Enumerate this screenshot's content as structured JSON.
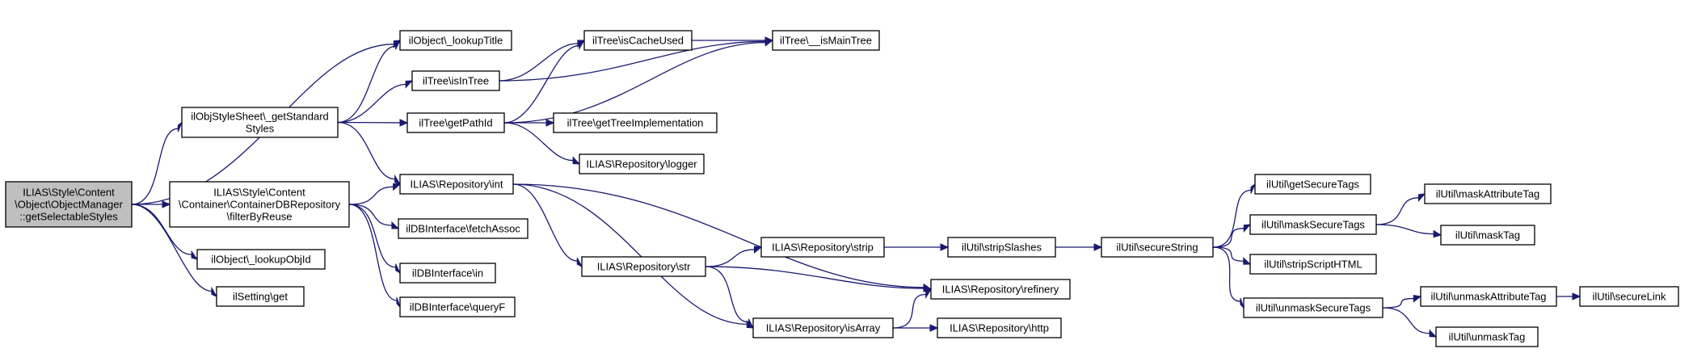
{
  "diagram": {
    "edge_color": "#191970",
    "root_fill": "#bfbfbf",
    "nodes": [
      {
        "id": "root",
        "lines": [
          "ILIAS\\Style\\Content",
          "\\Object\\ObjectManager",
          "::getSelectableStyles"
        ],
        "root": true
      },
      {
        "id": "getStandardStyles",
        "lines": [
          "ilObjStyleSheet\\_getStandard",
          "Styles"
        ]
      },
      {
        "id": "filterByReuse",
        "lines": [
          "ILIAS\\Style\\Content",
          "\\Container\\ContainerDBRepository",
          "\\filterByReuse"
        ]
      },
      {
        "id": "lookupObjId",
        "lines": [
          "ilObject\\_lookupObjId"
        ]
      },
      {
        "id": "settingGet",
        "lines": [
          "ilSetting\\get"
        ]
      },
      {
        "id": "lookupTitle",
        "lines": [
          "ilObject\\_lookupTitle"
        ]
      },
      {
        "id": "isInTree",
        "lines": [
          "ilTree\\isInTree"
        ]
      },
      {
        "id": "getPathId",
        "lines": [
          "ilTree\\getPathId"
        ]
      },
      {
        "id": "repoInt",
        "lines": [
          "ILIAS\\Repository\\int"
        ]
      },
      {
        "id": "fetchAssoc",
        "lines": [
          "ilDBInterface\\fetchAssoc"
        ]
      },
      {
        "id": "dbIn",
        "lines": [
          "ilDBInterface\\in"
        ]
      },
      {
        "id": "queryF",
        "lines": [
          "ilDBInterface\\queryF"
        ]
      },
      {
        "id": "isCacheUsed",
        "lines": [
          "ilTree\\isCacheUsed"
        ]
      },
      {
        "id": "isMainTree",
        "lines": [
          "ilTree\\__isMainTree"
        ]
      },
      {
        "id": "getTreeImpl",
        "lines": [
          "ilTree\\getTreeImplementation"
        ]
      },
      {
        "id": "logger",
        "lines": [
          "ILIAS\\Repository\\logger"
        ]
      },
      {
        "id": "repoStr",
        "lines": [
          "ILIAS\\Repository\\str"
        ]
      },
      {
        "id": "repoStrip",
        "lines": [
          "ILIAS\\Repository\\strip"
        ]
      },
      {
        "id": "isArray",
        "lines": [
          "ILIAS\\Repository\\isArray"
        ]
      },
      {
        "id": "refinery",
        "lines": [
          "ILIAS\\Repository\\refinery"
        ]
      },
      {
        "id": "http",
        "lines": [
          "ILIAS\\Repository\\http"
        ]
      },
      {
        "id": "stripSlashes",
        "lines": [
          "ilUtil\\stripSlashes"
        ]
      },
      {
        "id": "secureString",
        "lines": [
          "ilUtil\\secureString"
        ]
      },
      {
        "id": "getSecureTags",
        "lines": [
          "ilUtil\\getSecureTags"
        ]
      },
      {
        "id": "maskSecureTags",
        "lines": [
          "ilUtil\\maskSecureTags"
        ]
      },
      {
        "id": "stripScriptHTML",
        "lines": [
          "ilUtil\\stripScriptHTML"
        ]
      },
      {
        "id": "unmaskSecureTags",
        "lines": [
          "ilUtil\\unmaskSecureTags"
        ]
      },
      {
        "id": "maskAttributeTag",
        "lines": [
          "ilUtil\\maskAttributeTag"
        ]
      },
      {
        "id": "maskTag",
        "lines": [
          "ilUtil\\maskTag"
        ]
      },
      {
        "id": "unmaskAttributeTag",
        "lines": [
          "ilUtil\\unmaskAttributeTag"
        ]
      },
      {
        "id": "unmaskTag",
        "lines": [
          "ilUtil\\unmaskTag"
        ]
      },
      {
        "id": "secureLink",
        "lines": [
          "ilUtil\\secureLink"
        ]
      }
    ],
    "edges": [
      [
        "root",
        "getStandardStyles"
      ],
      [
        "root",
        "filterByReuse"
      ],
      [
        "root",
        "lookupObjId"
      ],
      [
        "root",
        "settingGet"
      ],
      [
        "root",
        "lookupTitle"
      ],
      [
        "getStandardStyles",
        "lookupTitle"
      ],
      [
        "getStandardStyles",
        "isInTree"
      ],
      [
        "getStandardStyles",
        "getPathId"
      ],
      [
        "getStandardStyles",
        "repoInt"
      ],
      [
        "filterByReuse",
        "repoInt"
      ],
      [
        "filterByReuse",
        "fetchAssoc"
      ],
      [
        "filterByReuse",
        "dbIn"
      ],
      [
        "filterByReuse",
        "queryF"
      ],
      [
        "isInTree",
        "isCacheUsed"
      ],
      [
        "isInTree",
        "isMainTree"
      ],
      [
        "isCacheUsed",
        "isMainTree"
      ],
      [
        "getPathId",
        "isCacheUsed"
      ],
      [
        "getPathId",
        "isMainTree"
      ],
      [
        "getPathId",
        "getTreeImpl"
      ],
      [
        "getPathId",
        "logger"
      ],
      [
        "repoInt",
        "repoStr"
      ],
      [
        "repoInt",
        "isArray"
      ],
      [
        "repoInt",
        "refinery"
      ],
      [
        "repoStr",
        "repoStrip"
      ],
      [
        "repoStr",
        "isArray"
      ],
      [
        "repoStr",
        "refinery"
      ],
      [
        "repoStrip",
        "stripSlashes"
      ],
      [
        "isArray",
        "refinery"
      ],
      [
        "isArray",
        "http"
      ],
      [
        "stripSlashes",
        "secureString"
      ],
      [
        "secureString",
        "getSecureTags"
      ],
      [
        "secureString",
        "maskSecureTags"
      ],
      [
        "secureString",
        "stripScriptHTML"
      ],
      [
        "secureString",
        "unmaskSecureTags"
      ],
      [
        "maskSecureTags",
        "maskAttributeTag"
      ],
      [
        "maskSecureTags",
        "maskTag"
      ],
      [
        "unmaskSecureTags",
        "unmaskAttributeTag"
      ],
      [
        "unmaskSecureTags",
        "unmaskTag"
      ],
      [
        "unmaskAttributeTag",
        "secureLink"
      ]
    ]
  }
}
